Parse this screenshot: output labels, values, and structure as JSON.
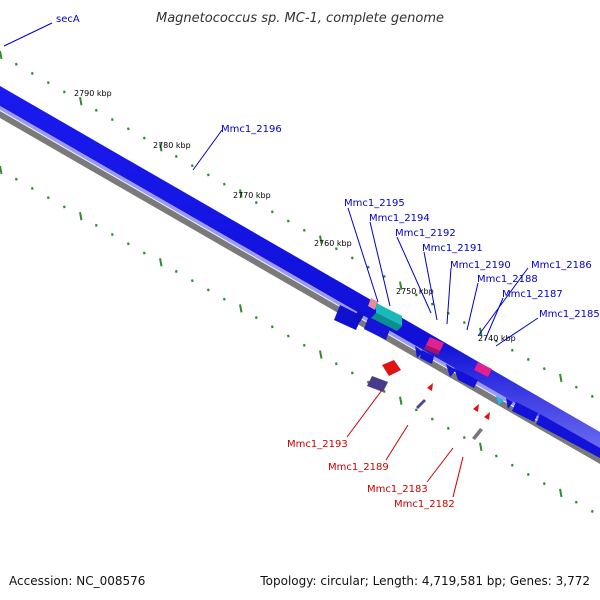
{
  "title": "Magnetococcus sp. MC-1, complete genome",
  "colors": {
    "backbone": "#1212e6",
    "backbone_light": "#8a8af5",
    "inner_ring": "#777777",
    "tick": "#2e8b2e",
    "label_forward": "#0000cc",
    "label_reverse": "#cc0000"
  },
  "kbp_ticks": [
    "2790 kbp",
    "2780 kbp",
    "2770 kbp",
    "2760 kbp",
    "2750 kbp",
    "2740 kbp"
  ],
  "forward_labels": [
    "secA",
    "Mmc1_2196",
    "Mmc1_2195",
    "Mmc1_2194",
    "Mmc1_2192",
    "Mmc1_2191",
    "Mmc1_2190",
    "Mmc1_2188",
    "Mmc1_2187",
    "Mmc1_2186",
    "Mmc1_2185"
  ],
  "reverse_labels": [
    "Mmc1_2193",
    "Mmc1_2189",
    "Mmc1_2183",
    "Mmc1_2182"
  ],
  "footer": {
    "accession": "Accession: NC_008576",
    "summary": "Topology: circular; Length: 4,719,581 bp; Genes: 3,772"
  }
}
